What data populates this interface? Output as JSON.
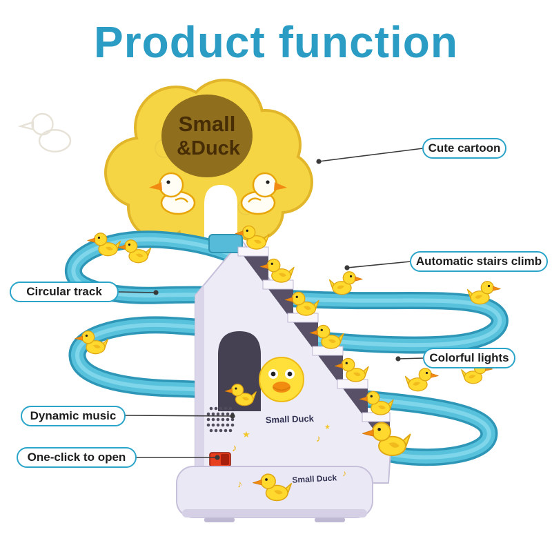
{
  "page": {
    "title": "Product function",
    "accent_color": "#2AA2C8",
    "background": "#ffffff"
  },
  "product": {
    "sign": {
      "line1": "Small",
      "line2": "&Duck"
    },
    "tower_label": "Small Duck",
    "base_label": "Small Duck",
    "decor": {
      "music_note": "♪",
      "star": "★"
    },
    "colors": {
      "track": "#58C2DD",
      "track_edge": "#2E96B6",
      "duck_yellow": "#FFD92E",
      "duck_beak_orange": "#F08A12",
      "sign_yellow": "#F6D544",
      "sign_badge_brown": "#8F6E1E",
      "sign_text_brown": "#462D05",
      "tower_body": "#EDEBF6",
      "switch_red": "#E8401F"
    }
  },
  "callouts": [
    {
      "label": "Cute cartoon"
    },
    {
      "label": "Automatic stairs climb"
    },
    {
      "label": "Circular track"
    },
    {
      "label": "Colorful lights"
    },
    {
      "label": "Dynamic music"
    },
    {
      "label": "One-click to open"
    }
  ]
}
